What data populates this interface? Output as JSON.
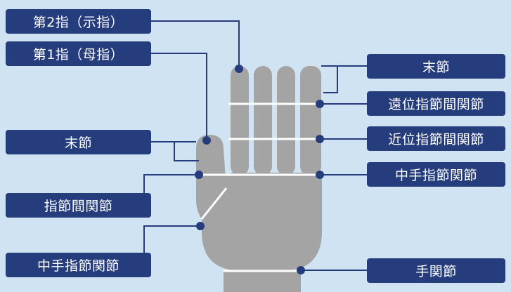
{
  "colors": {
    "background": "#cfe3f2",
    "label_fill": "#253d7c",
    "label_text": "#ffffff",
    "hand": "#a4a4a4",
    "joint_line": "#ffffff",
    "leader_line": "#253d7c"
  },
  "labels": {
    "left": {
      "index_finger": "第2指（示指）",
      "thumb": "第1指（母指）",
      "distal_phalanx": "末節",
      "interphalangeal_joint": "指節間関節",
      "metacarpophalangeal_joint": "中手指節関節"
    },
    "right": {
      "distal_phalanx": "末節",
      "distal_interphalangeal_joint": "遠位指節間関節",
      "proximal_interphalangeal_joint": "近位指節間関節",
      "metacarpophalangeal_joint": "中手指節関節",
      "wrist_joint": "手関節"
    }
  }
}
